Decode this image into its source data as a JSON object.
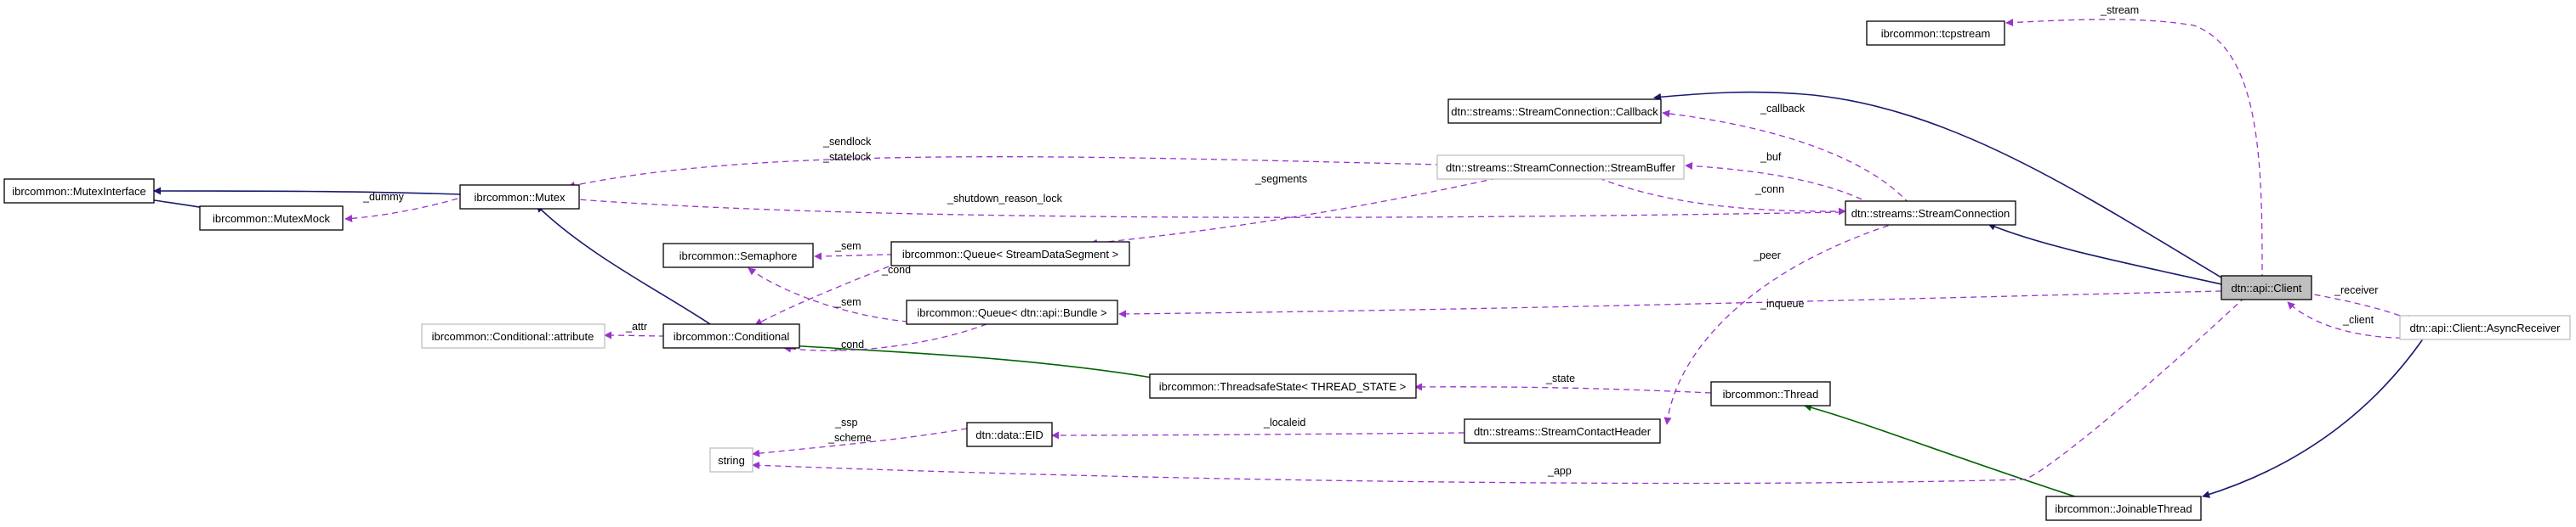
{
  "nodes": {
    "tcpstream": "ibrcommon::tcpstream",
    "callback": "dtn::streams::StreamConnection::Callback",
    "streambuffer": "dtn::streams::StreamConnection::StreamBuffer",
    "streamconnection": "dtn::streams::StreamConnection",
    "client": "dtn::api::Client",
    "asyncreceiver": "dtn::api::Client::AsyncReceiver",
    "mutexinterface": "ibrcommon::MutexInterface",
    "mutexmock": "ibrcommon::MutexMock",
    "mutex": "ibrcommon::Mutex",
    "semaphore": "ibrcommon::Semaphore",
    "queue_segment": "ibrcommon::Queue< StreamDataSegment >",
    "queue_bundle": "ibrcommon::Queue< dtn::api::Bundle >",
    "cond_attr": "ibrcommon::Conditional::attribute",
    "conditional": "ibrcommon::Conditional",
    "threadsafestate": "ibrcommon::ThreadsafeState< THREAD_STATE >",
    "thread": "ibrcommon::Thread",
    "eid": "dtn::data::EID",
    "contactheader": "dtn::streams::StreamContactHeader",
    "string": "string",
    "joinablethread": "ibrcommon::JoinableThread"
  },
  "edge_labels": {
    "stream": "_stream",
    "callback": "_callback",
    "buf": "_buf",
    "conn": "_conn",
    "sendlock": "_sendlock",
    "statelock": "_statelock",
    "shutdown_reason_lock": "_shutdown_reason_lock",
    "segments": "_segments",
    "dummy": "_dummy",
    "sem_1": "_sem",
    "sem_2": "_sem",
    "cond_1": "_cond",
    "cond_2": "_cond",
    "peer": "_peer",
    "inqueue": "_inqueue",
    "receiver": "_receiver",
    "client": "_client",
    "attr": "_attr",
    "state": "_state",
    "localeid": "_localeid",
    "ssp": "_ssp",
    "scheme": "_scheme",
    "app": "_app"
  },
  "colors": {
    "inheritance": "#191970",
    "private_inheritance": "#006400",
    "usage": "#9a32cd",
    "focus_fill": "#bfbfbf"
  }
}
